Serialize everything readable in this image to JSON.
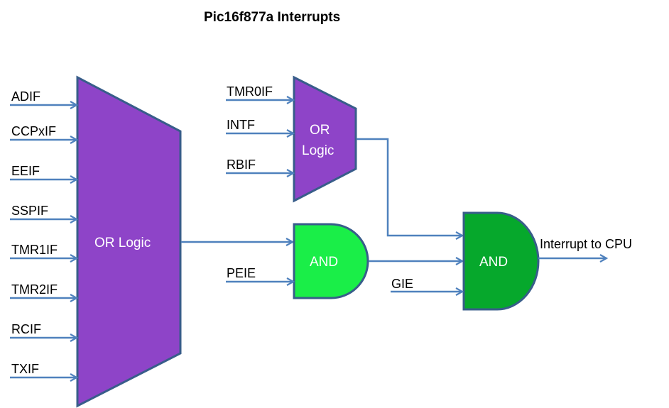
{
  "title": "Pic16f877a  Interrupts",
  "colors": {
    "or_gate_fill": "#8e44c8",
    "and1_fill": "#1aee48",
    "and2_fill": "#06a82c",
    "outline": "#385d8a",
    "wire": "#4f81bd"
  },
  "peripheral_or": {
    "label": "OR Logic",
    "inputs": [
      "ADIF",
      "CCPxIF",
      "EEIF",
      "SSPIF",
      "TMR1IF",
      "TMR2IF",
      "RCIF",
      "TXIF"
    ]
  },
  "core_or": {
    "label_line1": "OR",
    "label_line2": "Logic",
    "inputs": [
      "TMR0IF",
      "INTF",
      "RBIF"
    ]
  },
  "peie_and": {
    "label": "AND",
    "input_label": "PEIE"
  },
  "gie_and": {
    "label": "AND",
    "input_label": "GIE",
    "output_label": "Interrupt to CPU"
  }
}
